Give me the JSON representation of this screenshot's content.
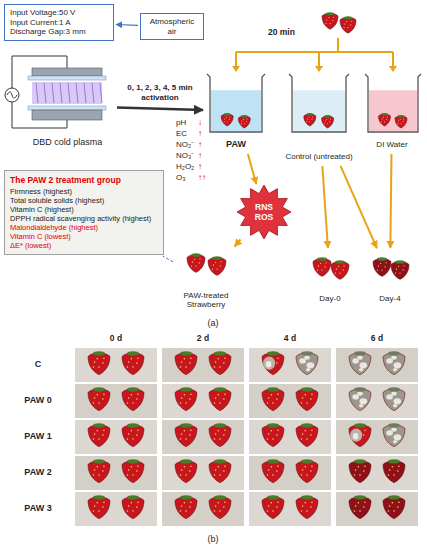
{
  "diagram": {
    "nodes": [
      {
        "text": [
          "Input Voltage:50 V",
          "Input Current:1 A",
          "Discharge Gap:3 mm"
        ]
      },
      {
        "text": [
          "Atmospheric air"
        ]
      },
      {
        "text": [
          "DBD cold plasma"
        ]
      },
      {
        "text": [
          "PAW"
        ]
      },
      {
        "text": [
          "Control (untreated)"
        ]
      },
      {
        "text": [
          "DI Water"
        ]
      },
      {
        "text": [
          "RNS",
          "ROS"
        ]
      },
      {
        "text": [
          "PAW-treated Strawberry"
        ]
      },
      {
        "text": [
          "The PAW 2 treatment group",
          "Firmness (highest)",
          "Total soluble solids (highest)",
          "Vitamin C (highest)",
          "DPPH radical scavenging activity (highest)",
          "Malondialdehyde (highest)",
          "Vitamin C (lowest)",
          "ΔE* (lowest)"
        ]
      },
      {
        "text": [
          "Day-0"
        ]
      },
      {
        "text": [
          "Day-4"
        ]
      }
    ],
    "edges": [
      {
        "from": 1,
        "to": 0,
        "arrow": "to"
      },
      {
        "from": 2,
        "to": 3,
        "label": "0, 1, 2, 3, 4, 5 min activation",
        "arrow": "to"
      },
      {
        "from": 3,
        "to": 6,
        "arrow": "to"
      },
      {
        "from": 6,
        "to": 7,
        "arrow": "to"
      },
      {
        "from": 4,
        "to": 9,
        "arrow": "to"
      },
      {
        "from": 4,
        "to": 10,
        "arrow": "to"
      },
      {
        "from": 5,
        "to": 10,
        "arrow": "to"
      },
      {
        "from": 7,
        "to": 8,
        "arrow": "none"
      }
    ],
    "labels": [
      "20 min",
      "pH",
      "↓",
      "EC",
      "↑",
      "NO₂⁻",
      "↑",
      "NO₃⁻",
      "↑",
      "H₂O₂",
      "↑",
      "O₃",
      "↑↑",
      "(a)",
      "0 d",
      "2 d",
      "4 d",
      "6 d",
      "C",
      "PAW 0",
      "PAW 1",
      "PAW 2",
      "PAW 3",
      "(b)"
    ]
  }
}
